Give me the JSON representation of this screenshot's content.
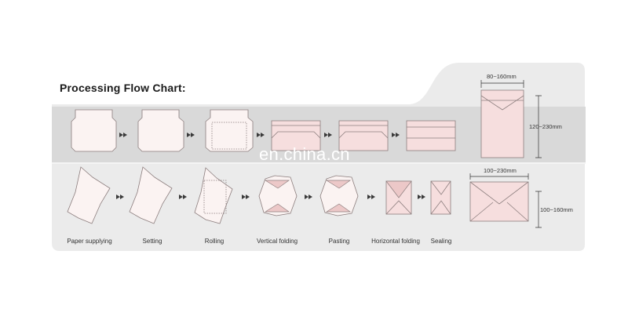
{
  "title": "Processing Flow Chart:",
  "watermark": "en.china.cn",
  "steps": [
    {
      "label": "Paper supplying"
    },
    {
      "label": "Setting"
    },
    {
      "label": "Rolling"
    },
    {
      "label": "Vertical folding"
    },
    {
      "label": "Pasting"
    },
    {
      "label": "Horizontal folding"
    },
    {
      "label": "Sealing"
    }
  ],
  "dimensions": {
    "vertical_width": "80~160mm",
    "vertical_height": "120~230mm",
    "horizontal_width": "100~230mm",
    "horizontal_height": "100~160mm"
  },
  "colors": {
    "panel": "#ebebeb",
    "band": "#d9d9d9",
    "paper": "#fbf3f2",
    "paper_pink": "#f6dede",
    "stroke": "#8c7e7e",
    "arrow": "#3a3a3a"
  }
}
